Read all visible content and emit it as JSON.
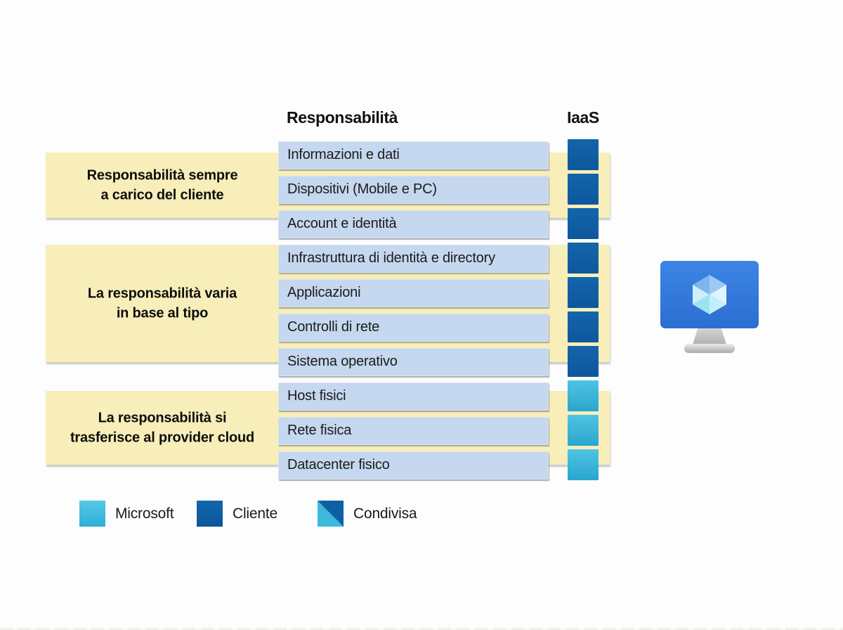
{
  "headers": {
    "responsibility": "Responsabilità",
    "service_model": "IaaS"
  },
  "bands": [
    {
      "line1": "Responsabilità sempre",
      "line2": "a carico del cliente"
    },
    {
      "line1": "La responsabilità varia",
      "line2": "in base al tipo"
    },
    {
      "line1": "La responsabilità si",
      "line2": "trasferisce al provider cloud"
    }
  ],
  "rows": [
    {
      "label": "Informazioni e dati",
      "owner": "cliente"
    },
    {
      "label": "Dispositivi (Mobile e PC)",
      "owner": "cliente"
    },
    {
      "label": "Account e identità",
      "owner": "cliente"
    },
    {
      "label": "Infrastruttura di identità e directory",
      "owner": "cliente"
    },
    {
      "label": "Applicazioni",
      "owner": "cliente"
    },
    {
      "label": "Controlli di rete",
      "owner": "cliente"
    },
    {
      "label": "Sistema operativo",
      "owner": "cliente"
    },
    {
      "label": "Host fisici",
      "owner": "microsoft"
    },
    {
      "label": "Rete fisica",
      "owner": "microsoft"
    },
    {
      "label": "Datacenter fisico",
      "owner": "microsoft"
    }
  ],
  "legend": [
    {
      "label": "Microsoft",
      "type": "microsoft"
    },
    {
      "label": "Cliente",
      "type": "cliente"
    },
    {
      "label": "Condivisa",
      "type": "condivisa"
    }
  ],
  "icons": {
    "vm_monitor": "vm-monitor-icon"
  },
  "colors": {
    "microsoft": "#3EB9DE",
    "cliente": "#0F5FA4",
    "band_yellow": "#F8EEBA",
    "row_blue": "#C5D8EF",
    "monitor_blue": "#3377DC"
  }
}
